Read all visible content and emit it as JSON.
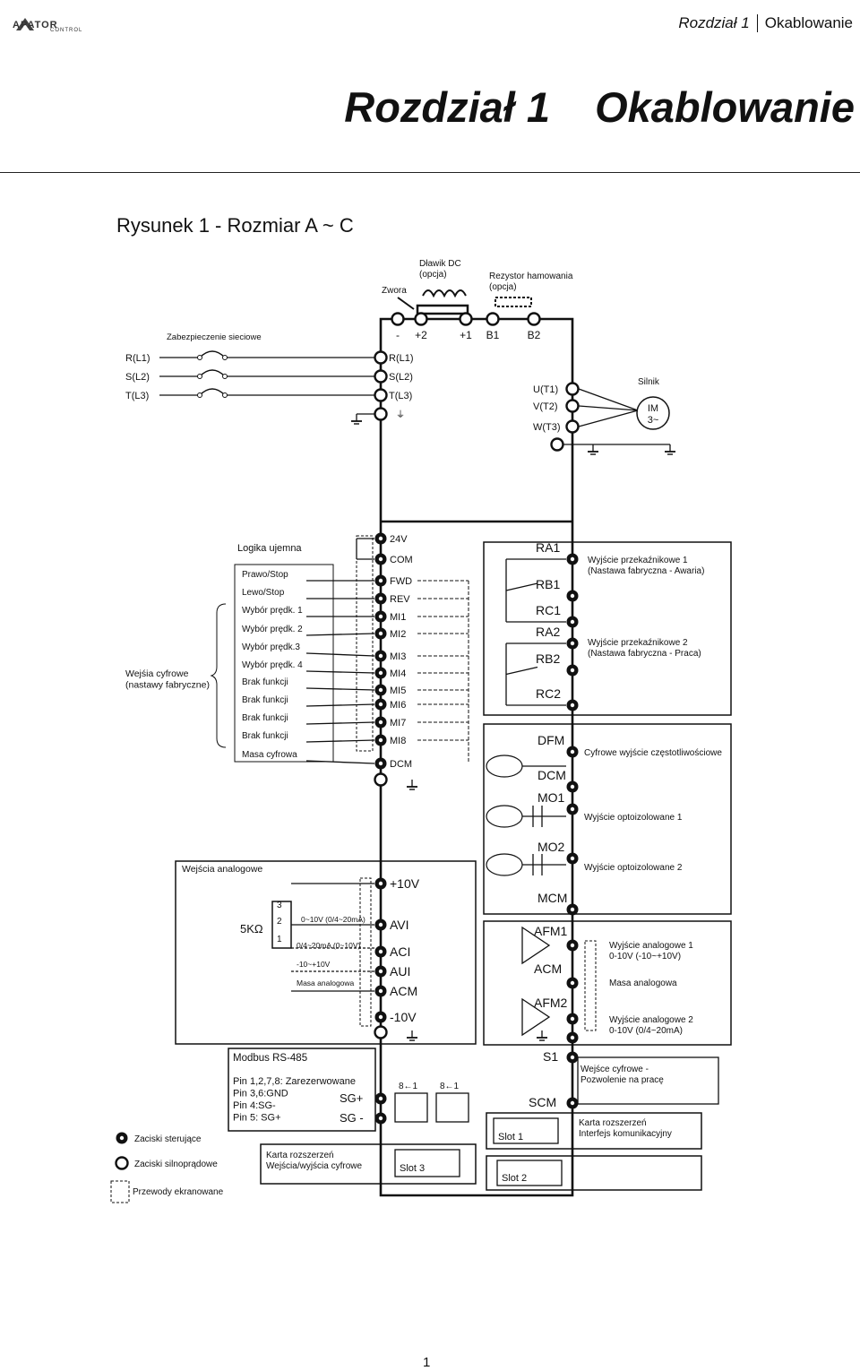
{
  "header": {
    "logo_text": "APATOR",
    "logo_sub": "CONTROL",
    "chapter": "Rozdział 1",
    "section": "Okablowanie"
  },
  "page_title": {
    "chapter": "Rozdział 1",
    "section": "Okablowanie"
  },
  "figure": {
    "caption": "Rysunek 1 - Rozmiar  A ~ C",
    "dc_choke": "Dławik DC\n(opcja)",
    "jumper": "Zwora",
    "brake_resistor": "Rezystor hamowania\n(opcja)",
    "power_terminals_top": [
      "-",
      "+2",
      "+1",
      "B1",
      "B2"
    ],
    "mains_protection": "Zabezpieczenie sieciowe",
    "mains_left": [
      "R(L1)",
      "S(L2)",
      "T(L3)"
    ],
    "mains_right": [
      "R(L1)",
      "S(L2)",
      "T(L3)"
    ],
    "motor_terminals": [
      "U(T1)",
      "V(T2)",
      "W(T3)"
    ],
    "motor_label": "Silnik",
    "motor_symbol": "IM\n3~",
    "negative_logic": "Logika ujemna",
    "digital_inputs_title": "Wejśia cyfrowe\n(nastawy fabryczne)",
    "input_functions": [
      "Prawo/Stop",
      "Lewo/Stop",
      "Wybór prędk. 1",
      "Wybór prędk. 2",
      "Wybór prędk.3",
      "Wybór prędk. 4",
      "Brak funkcji",
      "Brak funkcji",
      "Brak funkcji",
      "Brak funkcji",
      "Masa cyfrowa"
    ],
    "input_terminals": [
      "24V",
      "COM",
      "FWD",
      "REV",
      "MI1",
      "MI2",
      "MI3",
      "MI4",
      "MI5",
      "MI6",
      "MI7",
      "MI8",
      "DCM"
    ],
    "relay_terminals": [
      "RA1",
      "RB1",
      "RC1",
      "RA2",
      "RB2",
      "RC2"
    ],
    "relay1_desc": "Wyjście przekaźnikowe 1\n(Nastawa fabryczna - Awaria)",
    "relay2_desc": "Wyjście przekaźnikowe 2\n(Nastawa fabryczna - Praca)",
    "out_terminals": [
      "DFM",
      "DCM",
      "MO1",
      "MO2",
      "MCM"
    ],
    "dfm_desc": "Cyfrowe wyjście częstotliwościowe",
    "mo1_desc": "Wyjście optoizolowane 1",
    "mo2_desc": "Wyjście optoizolowane 2",
    "analog_inputs_title": "Wejścia analogowe",
    "pot_label": "5KΩ",
    "pot_pins": [
      "3",
      "2",
      "1"
    ],
    "analog_notes": [
      "0~10V (0/4~20mA)",
      "0/4~20mA (0~10V)",
      "-10~+10V",
      "Masa analogowa"
    ],
    "analog_terminals": [
      "+10V",
      "AVI",
      "ACI",
      "AUI",
      "ACM",
      "-10V"
    ],
    "afm_terminals": [
      "AFM1",
      "ACM",
      "AFM2"
    ],
    "afm1_desc": "Wyjście analogowe 1\n0-10V (-10~+10V)",
    "acm_desc": "Masa analogowa",
    "afm2_desc": "Wyjście analogowe 2\n0-10V (0/4~20mA)",
    "modbus_title": "Modbus RS-485",
    "modbus_pins": [
      "Pin 1,2,7,8: Zarezerwowane",
      "Pin 3,6:GND",
      "Pin 4:SG-",
      "Pin 5: SG+"
    ],
    "modbus_terminals": [
      "SG+",
      "SG -"
    ],
    "rj45_labels": [
      "8←1",
      "8←1"
    ],
    "s1_terminals": [
      "S1",
      "SCM"
    ],
    "s1_desc": "Wejśce cyfrowe -\nPozwolenie na pracę",
    "slot1": "Slot 1",
    "slot2": "Slot 2",
    "slot3": "Slot 3",
    "comm_card": "Karta rozszerzeń\nInterfejs komunikacyjny",
    "io_card": "Karta rozszerzeń\nWejścia/wyjścia cyfrowe",
    "legend": [
      "Zaciski sterujące",
      "Zaciski silnoprądowe",
      "Przewody ekranowane"
    ]
  },
  "page_number": "1"
}
